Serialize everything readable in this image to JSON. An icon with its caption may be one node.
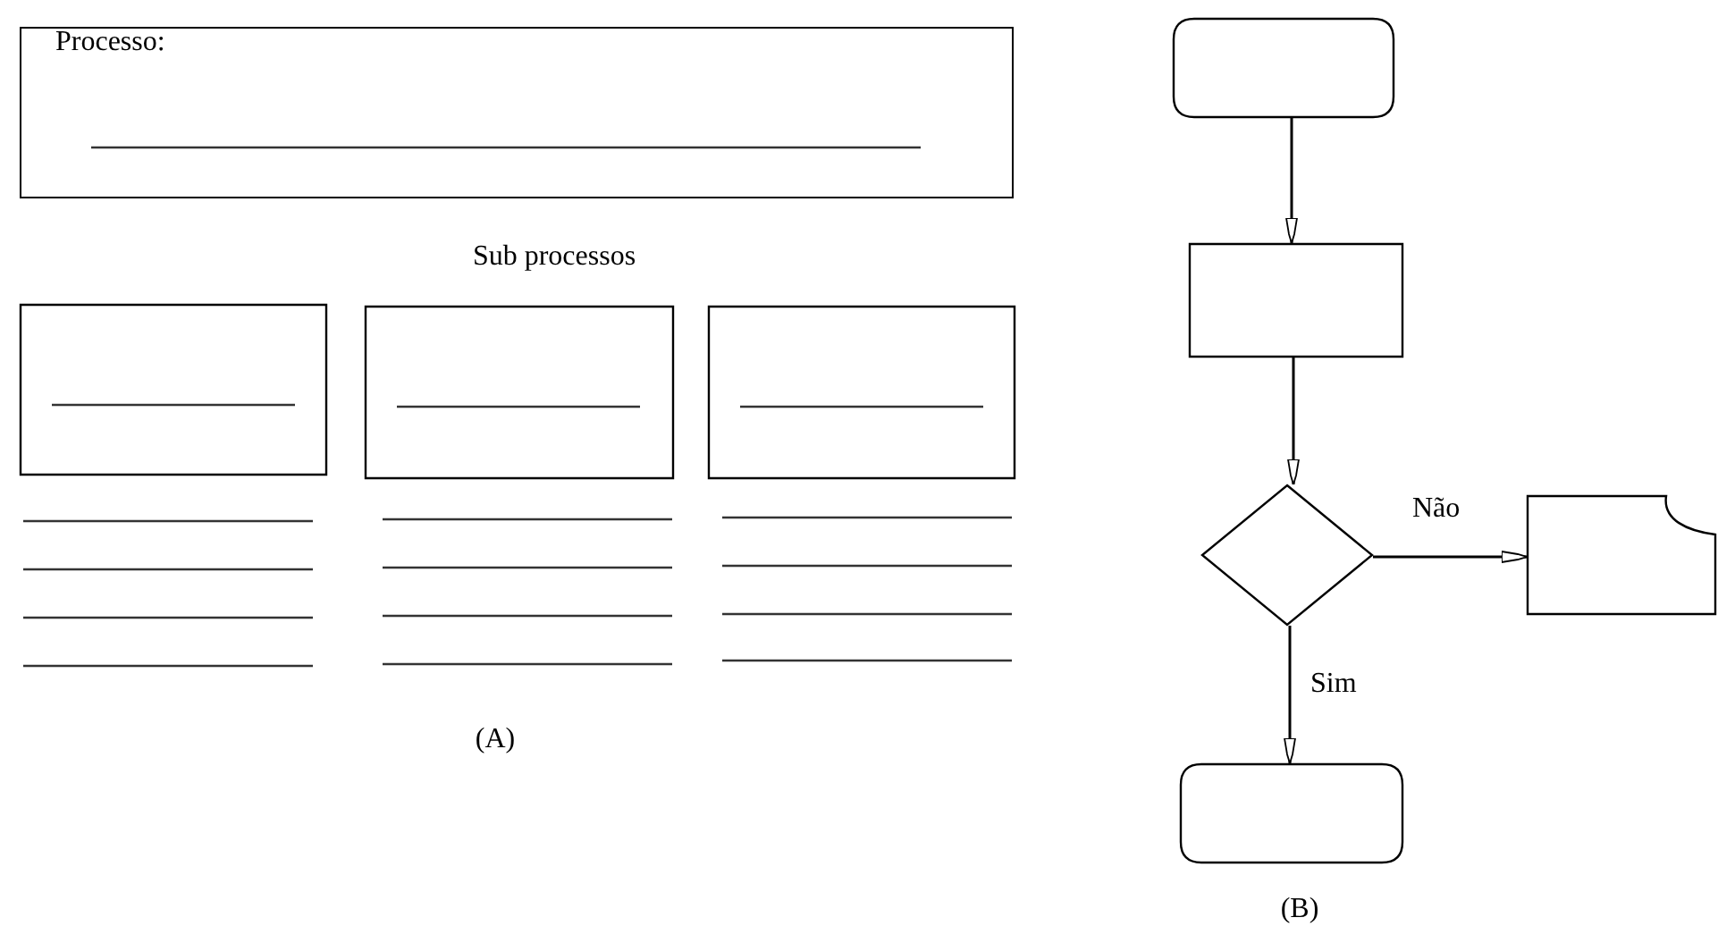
{
  "diagram": {
    "nodes": [
      {
        "text": [
          "Processo:"
        ]
      },
      {
        "text": [],
        "shape": "box"
      },
      {
        "text": [],
        "shape": "box"
      },
      {
        "text": [],
        "shape": "box"
      },
      {
        "text": [],
        "shape": "terminal"
      },
      {
        "text": [],
        "shape": "box"
      },
      {
        "text": [],
        "shape": "diamond"
      },
      {
        "text": [],
        "shape": "card"
      },
      {
        "text": [],
        "shape": "terminal"
      }
    ],
    "edges": [
      {
        "from": 4,
        "to": 5,
        "arrow": "to"
      },
      {
        "from": 5,
        "to": 6,
        "arrow": "to"
      },
      {
        "from": 6,
        "to": 7,
        "arrow": "to",
        "label": "Não"
      },
      {
        "from": 6,
        "to": 8,
        "arrow": "to",
        "label": "Sim"
      }
    ],
    "labels": [
      "Sub processos",
      "(A)",
      "(B)"
    ]
  }
}
